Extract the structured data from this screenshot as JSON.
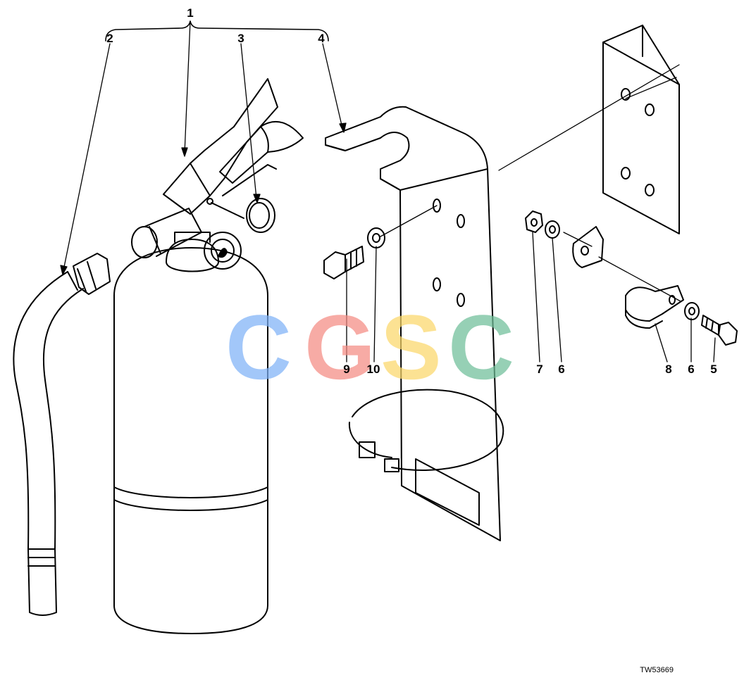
{
  "callouts": {
    "c1": "1",
    "c2": "2",
    "c3": "3",
    "c4": "4",
    "c5": "5",
    "c6a": "6",
    "c6b": "6",
    "c7": "7",
    "c8": "8",
    "c9": "9",
    "c10": "10"
  },
  "reference_code": "TW53669",
  "watermark": {
    "letters": [
      "C",
      "G",
      "S",
      "C"
    ],
    "colors": [
      "#7fb2f7",
      "#f58b83",
      "#fbd86a",
      "#6fbf99"
    ]
  },
  "colors": {
    "line": "#000000",
    "background": "#ffffff"
  }
}
